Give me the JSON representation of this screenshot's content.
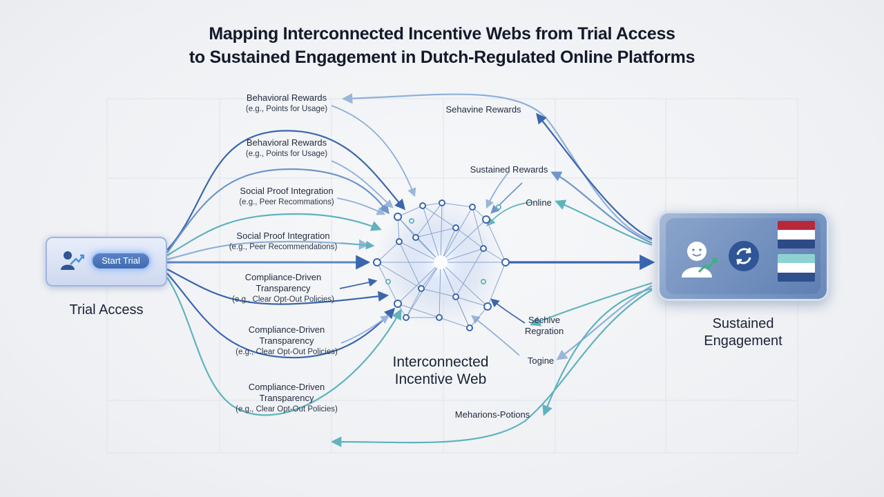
{
  "title": {
    "line1": "Mapping Interconnected Incentive Webs from Trial Access",
    "line2": "to Sustained Engagement in Dutch-Regulated Online Platforms"
  },
  "trial": {
    "button_label": "Start Trial",
    "caption": "Trial Access"
  },
  "hub": {
    "caption_line1": "Interconnected",
    "caption_line2": "Incentive Web"
  },
  "sustained": {
    "caption_line1": "Sustained",
    "caption_line2": "Engagement",
    "flag1_colors": [
      "#b8283a",
      "#ffffff",
      "#2c4a86"
    ],
    "flag2_colors": [
      "#8ed1d2",
      "#ffffff",
      "#2f4f8d"
    ]
  },
  "left_labels": [
    {
      "title": "Behavioral Rewards",
      "sub": "(e.g., Points for Usage)"
    },
    {
      "title": "Behavioral Rewards",
      "sub": "(e.g., Points for Usage)"
    },
    {
      "title": "Social Proof Integration",
      "sub": "(e.g., Peer Recommations)"
    },
    {
      "title": "Social Proof Integration",
      "sub": "(e.g., Peer Recommendations)"
    },
    {
      "title": "Compliance-Driven",
      "title2": "Transparency",
      "sub": "(e.g., Clear Opt-Out Policies)"
    },
    {
      "title": "Compliance-Driven",
      "title2": "Transparency",
      "sub": "(e.g., Clear Opt-Out Policies)"
    },
    {
      "title": "Compliance-Driven",
      "title2": "Transparency",
      "sub": "(e.g., Clear Opt-Out Policies)"
    }
  ],
  "right_labels": [
    {
      "title": "Sehavine Rewards"
    },
    {
      "title": "Sustained Rewards"
    },
    {
      "title": "Online"
    },
    {
      "title": "Sechive",
      "title2": "Regration"
    },
    {
      "title": "Togine"
    },
    {
      "title": "Meharions-Potions"
    }
  ],
  "colors": {
    "dark_blue": "#3a66ad",
    "mid_blue": "#5b86c4",
    "teal": "#5fb3bd",
    "light_blue": "#8fb0d8"
  },
  "icons": [
    "user-growth-icon",
    "refresh-icon",
    "person-icon"
  ]
}
